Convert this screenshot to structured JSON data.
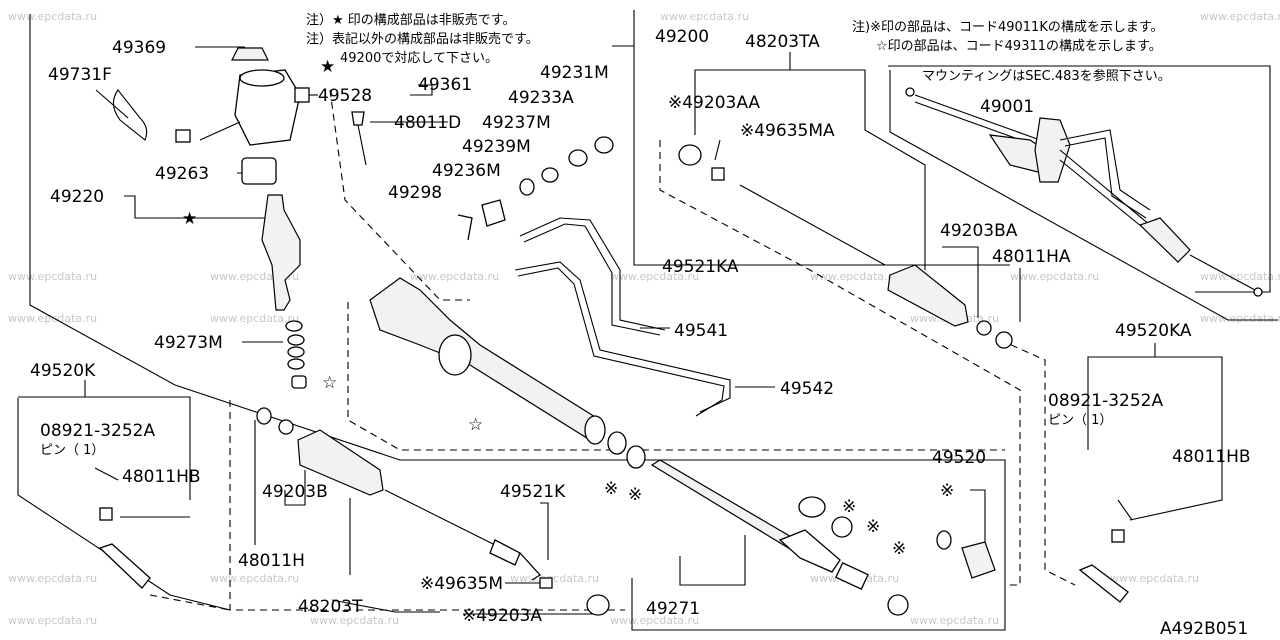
{
  "watermark": "www.epcdata.ru",
  "notes_top": {
    "line1": "注）★ 印の構成部品は非販売です。",
    "line2": "注）表記以外の構成部品は非販売です。",
    "line3": "49200で対応して下さい。"
  },
  "notes_right": {
    "line1": "注)※印の部品は、コード49011Kの構成を示します。",
    "line2": "☆印の部品は、コード49311の構成を示します。",
    "line3": "マウンティングはSEC.483を参照下さい。"
  },
  "pin_note": {
    "left_code": "08921-3252A",
    "left_pin": "ピン（ 1）",
    "right_code": "08921-3252A",
    "right_pin": "ピン（ 1）"
  },
  "symbols": {
    "star": "★",
    "open_star": "☆",
    "kome": "※"
  },
  "parts": {
    "p49369": "49369",
    "p49731F": "49731F",
    "p49361": "49361",
    "p49528": "49528",
    "p48011D": "48011D",
    "p49231M": "49231M",
    "p49233A": "49233A",
    "p49237M": "49237M",
    "p49239M": "49239M",
    "p49236M": "49236M",
    "p49298": "49298",
    "p49263": "49263",
    "p49220": "49220",
    "p49273M": "49273M",
    "p49200": "49200",
    "p48203TA": "48203TA",
    "p49203AA": "※49203AA",
    "p49635MA": "※49635MA",
    "p49521KA": "49521KA",
    "p49203BA": "49203BA",
    "p48011HA": "48011HA",
    "p49001": "49001",
    "p49541": "49541",
    "p49542": "49542",
    "p49520KA": "49520KA",
    "p48011HB_r": "48011HB",
    "p49520K": "49520K",
    "p48011HB_l": "48011HB",
    "p49203B": "49203B",
    "p48011H": "48011H",
    "p48203T": "48203T",
    "p49521K": "49521K",
    "p49635M": "※49635M",
    "p49203A": "※49203A",
    "p49271": "49271",
    "p49520": "49520"
  },
  "figure_code": "A492B051"
}
